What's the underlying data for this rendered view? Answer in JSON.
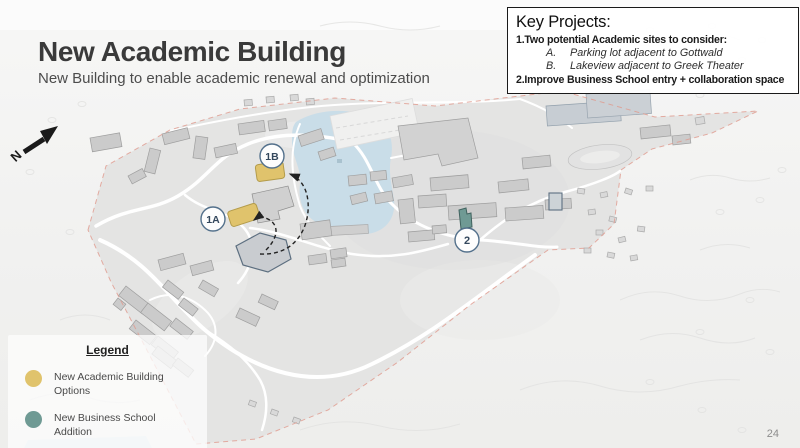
{
  "slide": {
    "title": "New Academic Building",
    "subtitle": "New Building to enable academic renewal and optimization",
    "page_number": "24"
  },
  "key_projects": {
    "heading": "Key Projects:",
    "item_1": "1.Two potential Academic sites to consider:",
    "item_1a_letter": "A.",
    "item_1a_text": "Parking lot adjacent to Gottwald",
    "item_1b_letter": "B.",
    "item_1b_text": "Lakeview adjacent to Greek Theater",
    "item_2": "2.Improve Business School entry + collaboration space"
  },
  "legend": {
    "heading": "Legend",
    "items": [
      {
        "label": "New Academic Building Options",
        "color": "#e0c36c"
      },
      {
        "label": "New Business School Addition",
        "color": "#6f9a94"
      }
    ]
  },
  "map": {
    "north_label": "N",
    "markers": [
      {
        "label": "1A"
      },
      {
        "label": "1B"
      },
      {
        "label": "2"
      }
    ],
    "colors": {
      "academic_option": "#e0c36c",
      "academic_option_outline": "#b39b4a",
      "business_addition": "#6f9a94",
      "business_addition_outline": "#41635f",
      "boundary": "#e09a8d",
      "lake": "#c9dde8",
      "marker_ring": "#54718c",
      "marker_text": "#33475c"
    }
  }
}
